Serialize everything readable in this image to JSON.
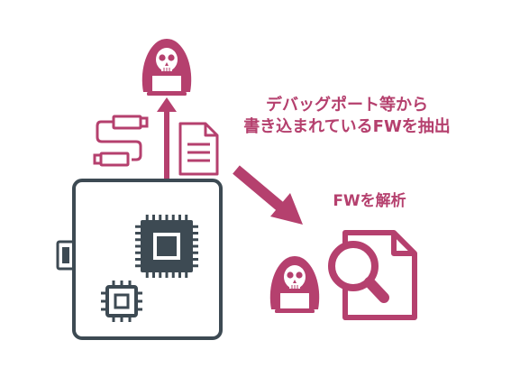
{
  "captions": {
    "extract_line1": "デバッグポート等から",
    "extract_line2": "書き込まれているFWを抽出",
    "analyze": "FWを解析"
  },
  "icons": [
    "hacker-icon",
    "usb-cable-icon",
    "document-icon",
    "device-board-icon",
    "usb-connector-icon",
    "main-chip-icon",
    "secondary-chip-icon",
    "bidirectional-arrow-icon",
    "diagonal-arrow-icon",
    "document-magnifier-icon"
  ],
  "colors": {
    "accent": "#b5406e",
    "device": "#3d4a53",
    "background": "#ffffff"
  }
}
